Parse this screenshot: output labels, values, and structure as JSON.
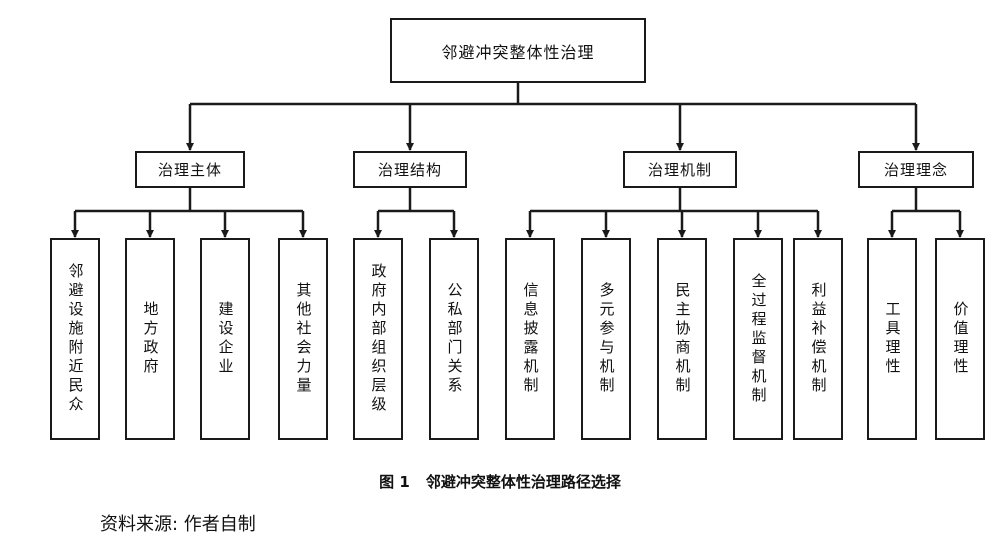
{
  "root": "邻避冲突整体性治理",
  "categories": [
    {
      "label": "治理主体",
      "children": [
        "邻避设施附近民众",
        "地方政府",
        "建设企业",
        "其他社会力量"
      ]
    },
    {
      "label": "治理结构",
      "children": [
        "政府内部组织层级",
        "公私部门关系"
      ]
    },
    {
      "label": "治理机制",
      "children": [
        "信息披露机制",
        "多元参与机制",
        "民主协商机制",
        "全过程监督机制",
        "利益补偿机制"
      ]
    },
    {
      "label": "治理理念",
      "children": [
        "工具理性",
        "价值理性"
      ]
    }
  ],
  "caption": {
    "number": "图 1",
    "text": "邻避冲突整体性治理路径选择"
  },
  "source": "资料来源: 作者自制"
}
